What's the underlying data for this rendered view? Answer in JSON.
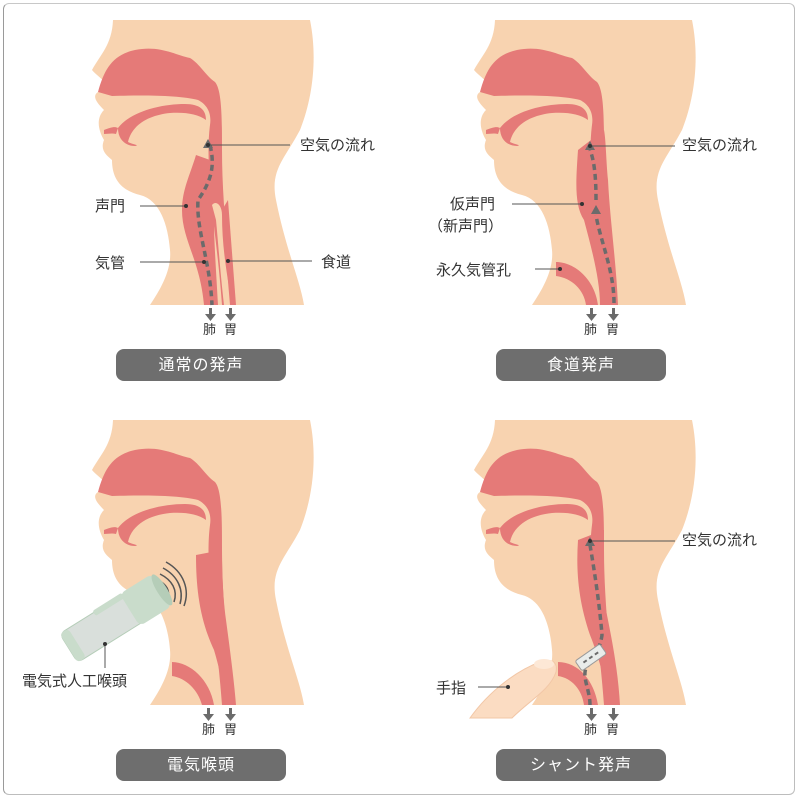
{
  "colors": {
    "skin": "#f8d3b0",
    "tract": "#e57a78",
    "airflow": "#6b6b6b",
    "caption_bg": "#6e6e6e",
    "caption_text": "#ffffff",
    "label_text": "#333333",
    "device": "#c9dccb"
  },
  "panels": [
    {
      "id": "normal",
      "caption": "通常の発声",
      "labels": {
        "airflow": "空気の流れ",
        "glottis": "声門",
        "trachea": "気管",
        "esophagus": "食道"
      },
      "organs": {
        "lung": "肺",
        "stomach": "胃"
      }
    },
    {
      "id": "esophageal",
      "caption": "食道発声",
      "labels": {
        "airflow": "空気の流れ",
        "pseudo_glottis": "仮声門",
        "pseudo_glottis_alt": "（新声門）",
        "stoma": "永久気管孔"
      },
      "organs": {
        "lung": "肺",
        "stomach": "胃"
      }
    },
    {
      "id": "electrolarynx",
      "caption": "電気喉頭",
      "labels": {
        "device": "電気式人工喉頭"
      },
      "organs": {
        "lung": "肺",
        "stomach": "胃"
      }
    },
    {
      "id": "shunt",
      "caption": "シャント発声",
      "labels": {
        "airflow": "空気の流れ",
        "finger": "手指"
      },
      "organs": {
        "lung": "肺",
        "stomach": "胃"
      }
    }
  ]
}
